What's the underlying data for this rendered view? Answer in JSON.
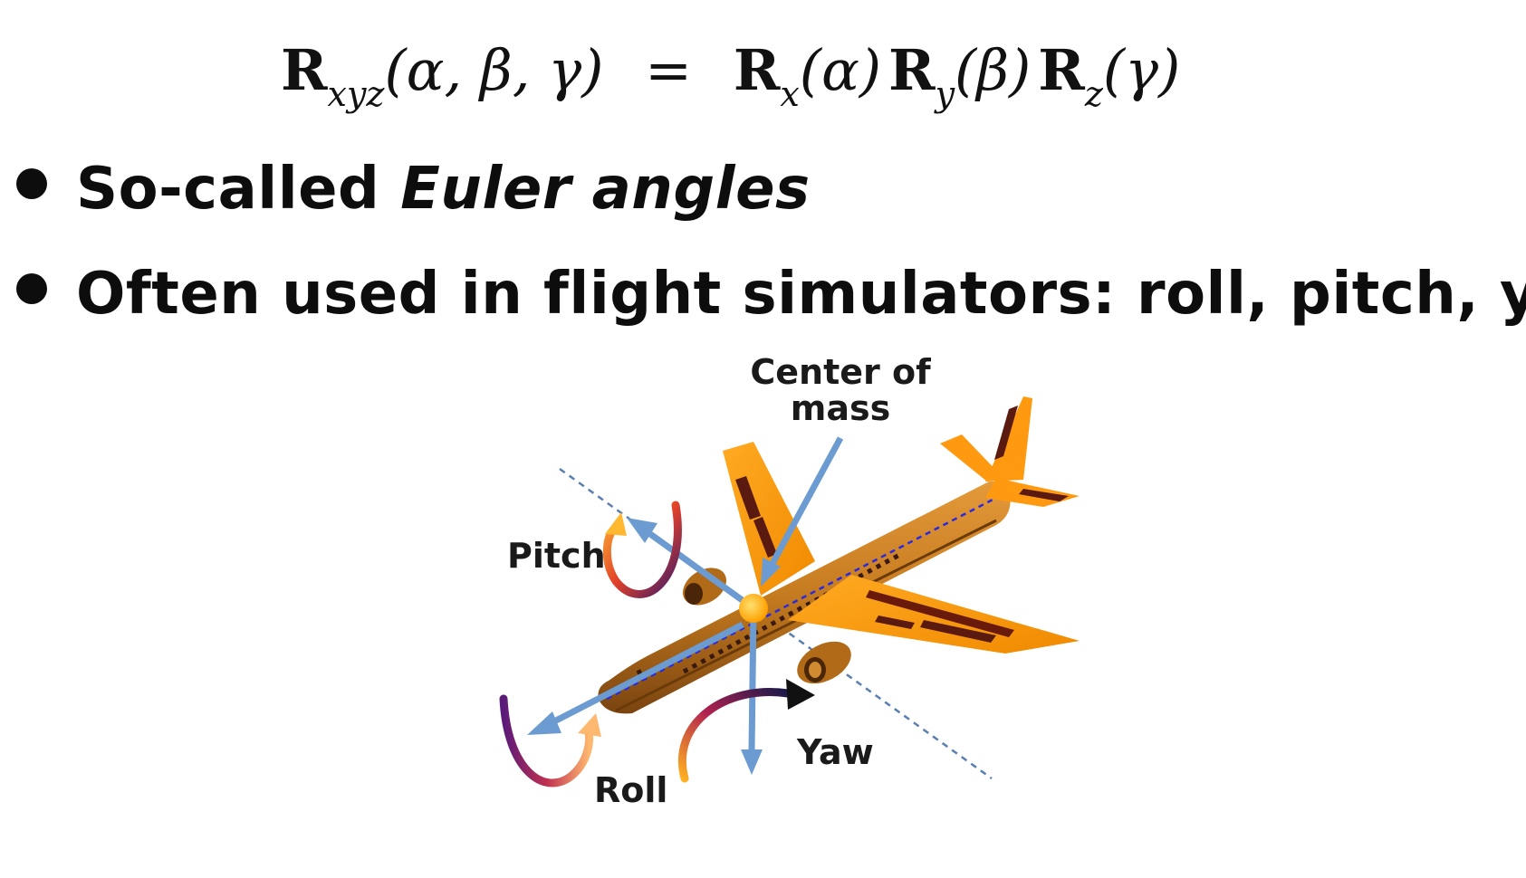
{
  "formula": {
    "lhs_R": "R",
    "lhs_sub": "xyz",
    "lhs_args": "(α, β, γ)",
    "equals": "=",
    "r1": "R",
    "r1_sub": "x",
    "r1_arg": "(α)",
    "r2": "R",
    "r2_sub": "y",
    "r2_arg": "(β)",
    "r3": "R",
    "r3_sub": "z",
    "r3_arg": "(γ)"
  },
  "bullets": [
    {
      "text": "So-called ",
      "emphasis": "Euler angles"
    },
    {
      "text": "Often used in flight simulators: roll, pitch, yaw"
    }
  ],
  "illustration": {
    "center_label_line1": "Center of",
    "center_label_line2": "mass",
    "pitch_label": "Pitch",
    "roll_label": "Roll",
    "yaw_label": "Yaw",
    "colors": {
      "fuselage": "#c47a1e",
      "wing": "#ff9a10",
      "window": "#5a1a10",
      "axis_arrow": "#6b9bd1",
      "dashed_axis": "#5b7fb0",
      "center": "#ffb400"
    }
  }
}
